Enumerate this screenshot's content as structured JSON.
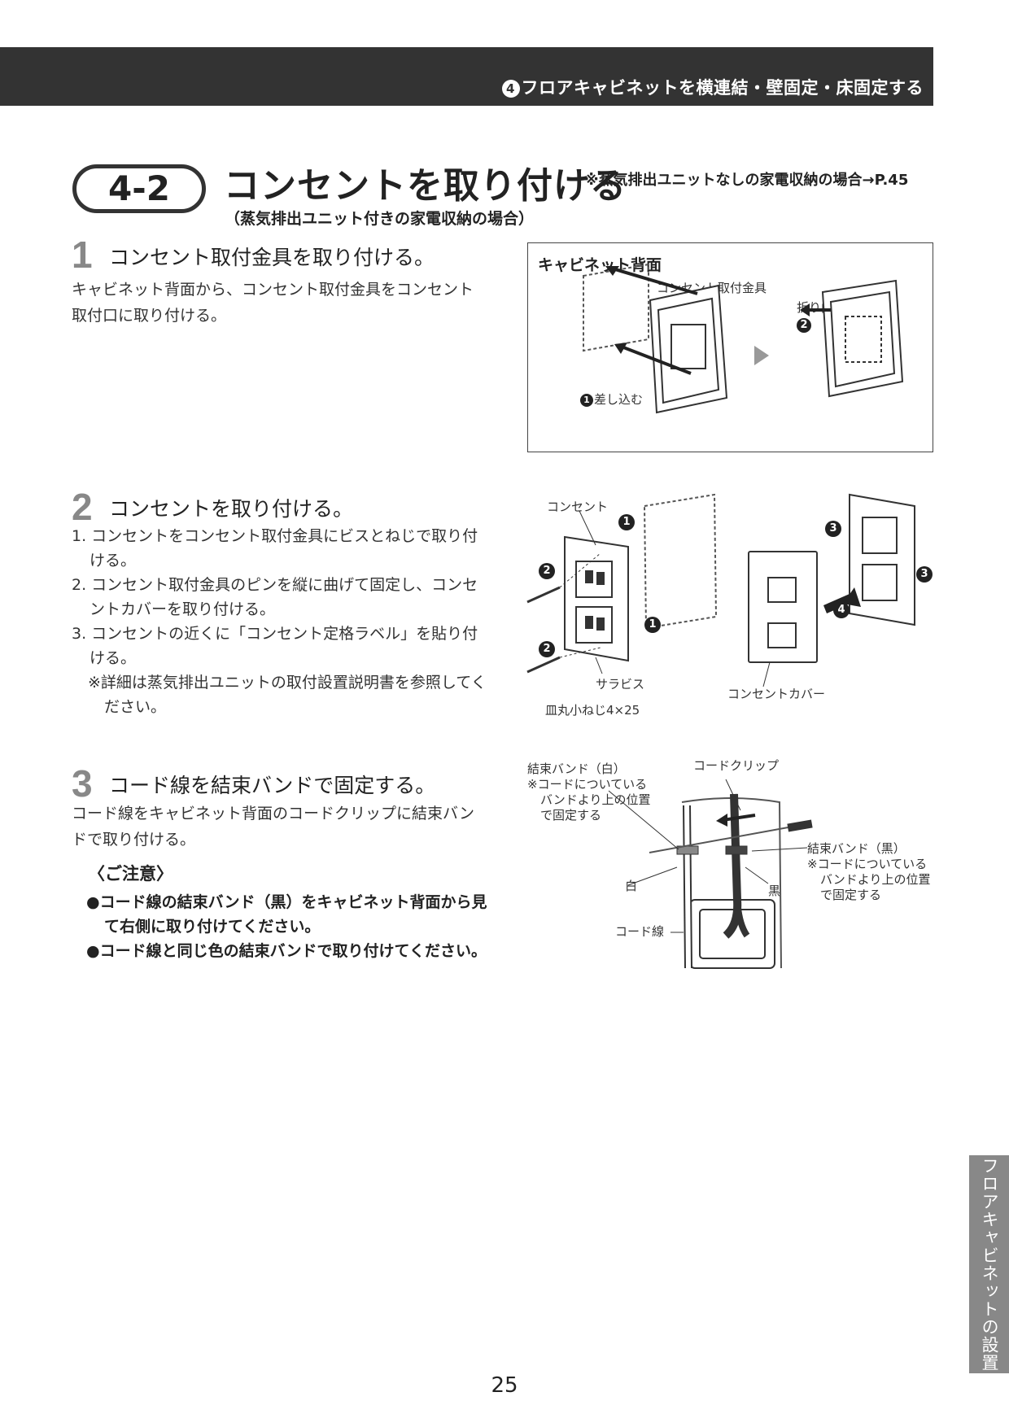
{
  "header": {
    "badge": "4",
    "title": "フロアキャビネットを横連結・壁固定・床固定する"
  },
  "section": {
    "number": "4-2",
    "title": "コンセントを取り付ける",
    "note": "※蒸気排出ユニットなしの家電収納の場合→P.45",
    "subtitle": "（蒸気排出ユニット付きの家電収納の場合）"
  },
  "step1": {
    "num": "1",
    "title": "コンセント取付金具を取り付ける。",
    "body_line1": "キャビネット背面から、コンセント取付金具をコンセント",
    "body_line2": "取付口に取り付ける。"
  },
  "diagram1": {
    "box_label": "キャビネット背面",
    "label_bracket": "コンセント取付金具",
    "label_bend": "折り曲げる",
    "label_insert": "差し込む",
    "num_insert": "1",
    "num_bend": "2"
  },
  "step2": {
    "num": "2",
    "title": "コンセントを取り付ける。",
    "items": [
      "1. コンセントをコンセント取付金具にビスとねじで取り付ける。",
      "2. コンセント取付金具のピンを縦に曲げて固定し、コンセントカバーを取り付ける。",
      "3. コンセントの近くに「コンセント定格ラベル」を貼り付ける。"
    ],
    "note": "※詳細は蒸気排出ユニットの取付設置説明書を参照してください。"
  },
  "diagram2": {
    "label_outlet": "コンセント",
    "label_sara": "サラビス",
    "label_screw": "皿丸小ねじ4×25",
    "label_cover": "コンセントカバー",
    "markers": [
      "1",
      "2",
      "1",
      "2",
      "3",
      "3",
      "4"
    ]
  },
  "step3": {
    "num": "3",
    "title": "コード線を結束バンドで固定する。",
    "body_line1": "コード線をキャビネット背面のコードクリップに結束バン",
    "body_line2": "ドで取り付ける。",
    "caution_head": "〈ご注意〉",
    "caution1": "●コード線の結束バンド（黒）をキャビネット背面から見て右側に取り付けてください。",
    "caution2": "●コード線と同じ色の結束バンドで取り付けてください。"
  },
  "diagram3": {
    "label_white_band": "結束バンド（白）",
    "label_white_note1": "※コードについている",
    "label_white_note2": "バンドより上の位置",
    "label_white_note3": "で固定する",
    "label_clip": "コードクリップ",
    "label_black_band": "結束バンド（黒）",
    "label_black_note1": "※コードについている",
    "label_black_note2": "バンドより上の位置",
    "label_black_note3": "で固定する",
    "label_white": "白",
    "label_black": "黒",
    "label_cord": "コード線"
  },
  "side_tab": "フロアキャビネットの設置",
  "page_number": "25"
}
